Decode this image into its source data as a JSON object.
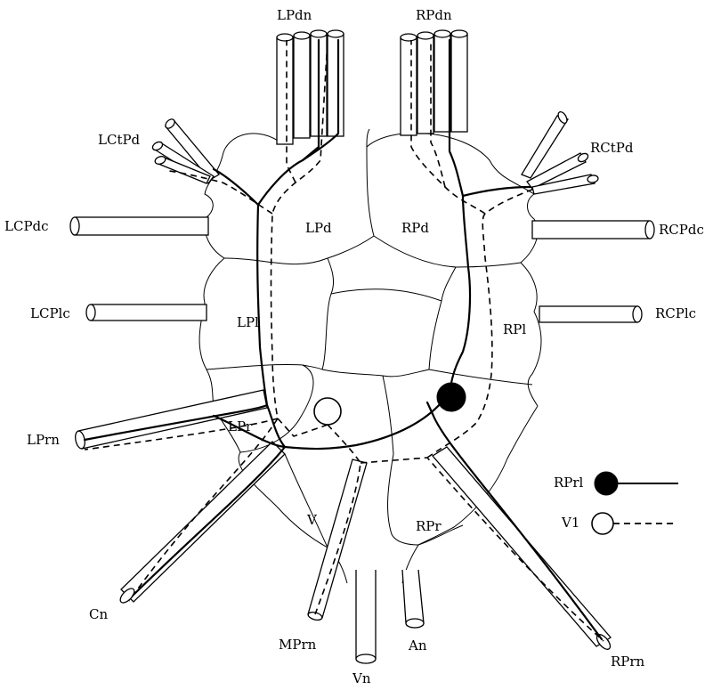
{
  "labels": {
    "lpdn": "LPdn",
    "rpdn": "RPdn",
    "lctpd": "LCtPd",
    "rctpd": "RCtPd",
    "lcpdc": "LCPdc",
    "rcpdc": "RCPdc",
    "lcplc": "LCPlc",
    "rcplc": "RCPlc",
    "lprn": "LPrn",
    "cn": "Cn",
    "mprn": "MPrn",
    "vn": "Vn",
    "an": "An",
    "rprn": "RPrn",
    "lpd": "LPd",
    "rpd": "RPd",
    "lpl": "LPl",
    "rpl": "RPl",
    "lpr": "LPr",
    "v": "V",
    "rpr": "RPr"
  },
  "legend": [
    {
      "label": "RPrl",
      "marker": "filled-circle",
      "line": "solid"
    },
    {
      "label": "V1",
      "marker": "open-circle",
      "line": "dashed"
    }
  ]
}
